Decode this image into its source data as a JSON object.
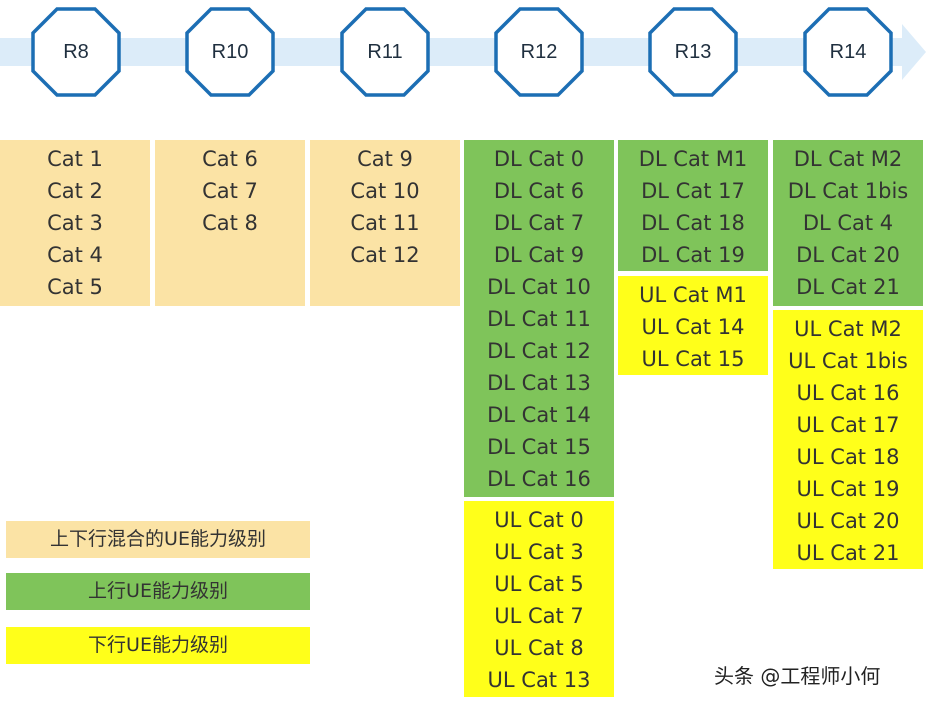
{
  "colors": {
    "arrow": "#dcecf9",
    "octagon_stroke": "#1c6eb4",
    "mixed": "#fbe3a5",
    "dl": "#7fc45a",
    "ul": "#ffff1a"
  },
  "releases": [
    "R8",
    "R10",
    "R11",
    "R12",
    "R13",
    "R14"
  ],
  "columns": {
    "r8": [
      "Cat 1",
      "Cat 2",
      "Cat 3",
      "Cat 4",
      "Cat 5"
    ],
    "r10": [
      "Cat 6",
      "Cat 7",
      "Cat 8"
    ],
    "r11": [
      "Cat 9",
      "Cat 10",
      "Cat 11",
      "Cat 12"
    ],
    "r12_dl": [
      "DL Cat 0",
      "DL Cat 6",
      "DL Cat 7",
      "DL Cat 9",
      "DL Cat 10",
      "DL Cat 11",
      "DL Cat 12",
      "DL Cat 13",
      "DL Cat 14",
      "DL Cat 15",
      "DL Cat 16"
    ],
    "r12_ul": [
      "UL Cat 0",
      "UL Cat 3",
      "UL Cat 5",
      "UL Cat 7",
      "UL Cat 8",
      "UL Cat 13"
    ],
    "r13_dl": [
      "DL Cat M1",
      "DL Cat 17",
      "DL Cat 18",
      "DL Cat 19"
    ],
    "r13_ul": [
      "UL Cat M1",
      "UL Cat 14",
      "UL Cat 15"
    ],
    "r14_dl": [
      "DL Cat M2",
      "DL Cat 1bis",
      "DL Cat 4",
      "DL Cat 20",
      "DL Cat 21"
    ],
    "r14_ul": [
      "UL Cat M2",
      "UL Cat 1bis",
      "UL Cat 16",
      "UL Cat 17",
      "UL Cat 18",
      "UL Cat 19",
      "UL Cat 20",
      "UL Cat 21"
    ]
  },
  "legend": {
    "mixed": "上下行混合的UE能力级别",
    "dl": "上行UE能力级别",
    "ul": "下行UE能力级别"
  },
  "watermark": "头条 @工程师小何"
}
